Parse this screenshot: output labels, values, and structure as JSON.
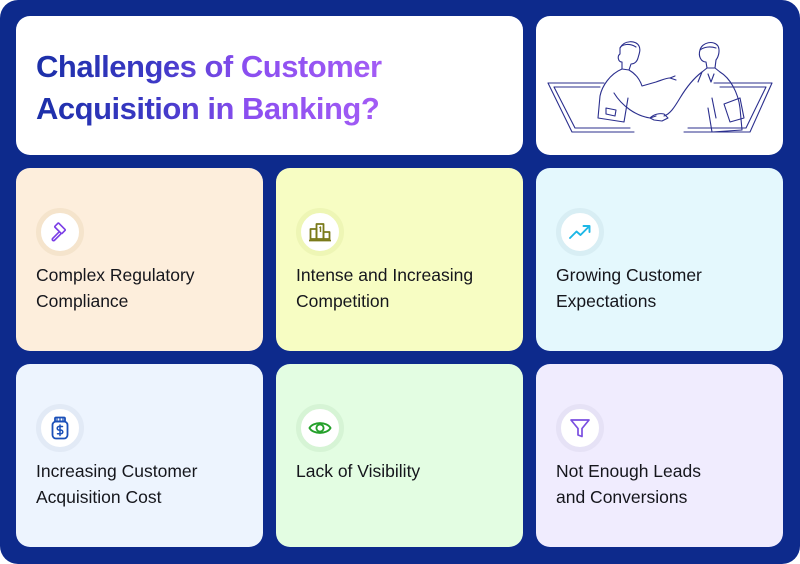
{
  "header": {
    "title_line1": "Challenges of Customer",
    "title_line2": "Acquisition in Banking?"
  },
  "illustration": {
    "name": "handshake-through-laptops-illustration",
    "color": "#2b2f8e"
  },
  "colors": {
    "background": "#0d2a8c",
    "title_gradient_start": "#1b2fa8",
    "title_gradient_end": "#a35cf5"
  },
  "challenges": [
    {
      "label": "Complex Regulatory Compliance",
      "line1": "Complex Regulatory",
      "line2": "Compliance",
      "icon": "gavel-icon",
      "icon_color": "#7b3ee6",
      "bg": "#fdeedc"
    },
    {
      "label": "Intense and Increasing Competition",
      "line1": "Intense and Increasing",
      "line2": "Competition",
      "icon": "podium-icon",
      "icon_color": "#7a7a1a",
      "bg": "#f7fdc3"
    },
    {
      "label": "Growing Customer Expectations",
      "line1": "Growing Customer",
      "line2": "Expectations",
      "icon": "trending-up-icon",
      "icon_color": "#1cb7e6",
      "bg": "#e4f8fd"
    },
    {
      "label": "Increasing Customer Acquisition Cost",
      "line1": "Increasing Customer",
      "line2": "Acquisition Cost",
      "icon": "money-jar-icon",
      "icon_color": "#1a4fb8",
      "bg": "#edf4fe"
    },
    {
      "label": "Lack of Visibility",
      "line1": "Lack of Visibility",
      "line2": "",
      "icon": "eye-icon",
      "icon_color": "#24a02a",
      "bg": "#e3fde2"
    },
    {
      "label": "Not Enough Leads and Conversions",
      "line1": "Not Enough Leads",
      "line2": "and Conversions",
      "icon": "funnel-icon",
      "icon_color": "#7a4fe0",
      "bg": "#f0ecfe"
    }
  ]
}
